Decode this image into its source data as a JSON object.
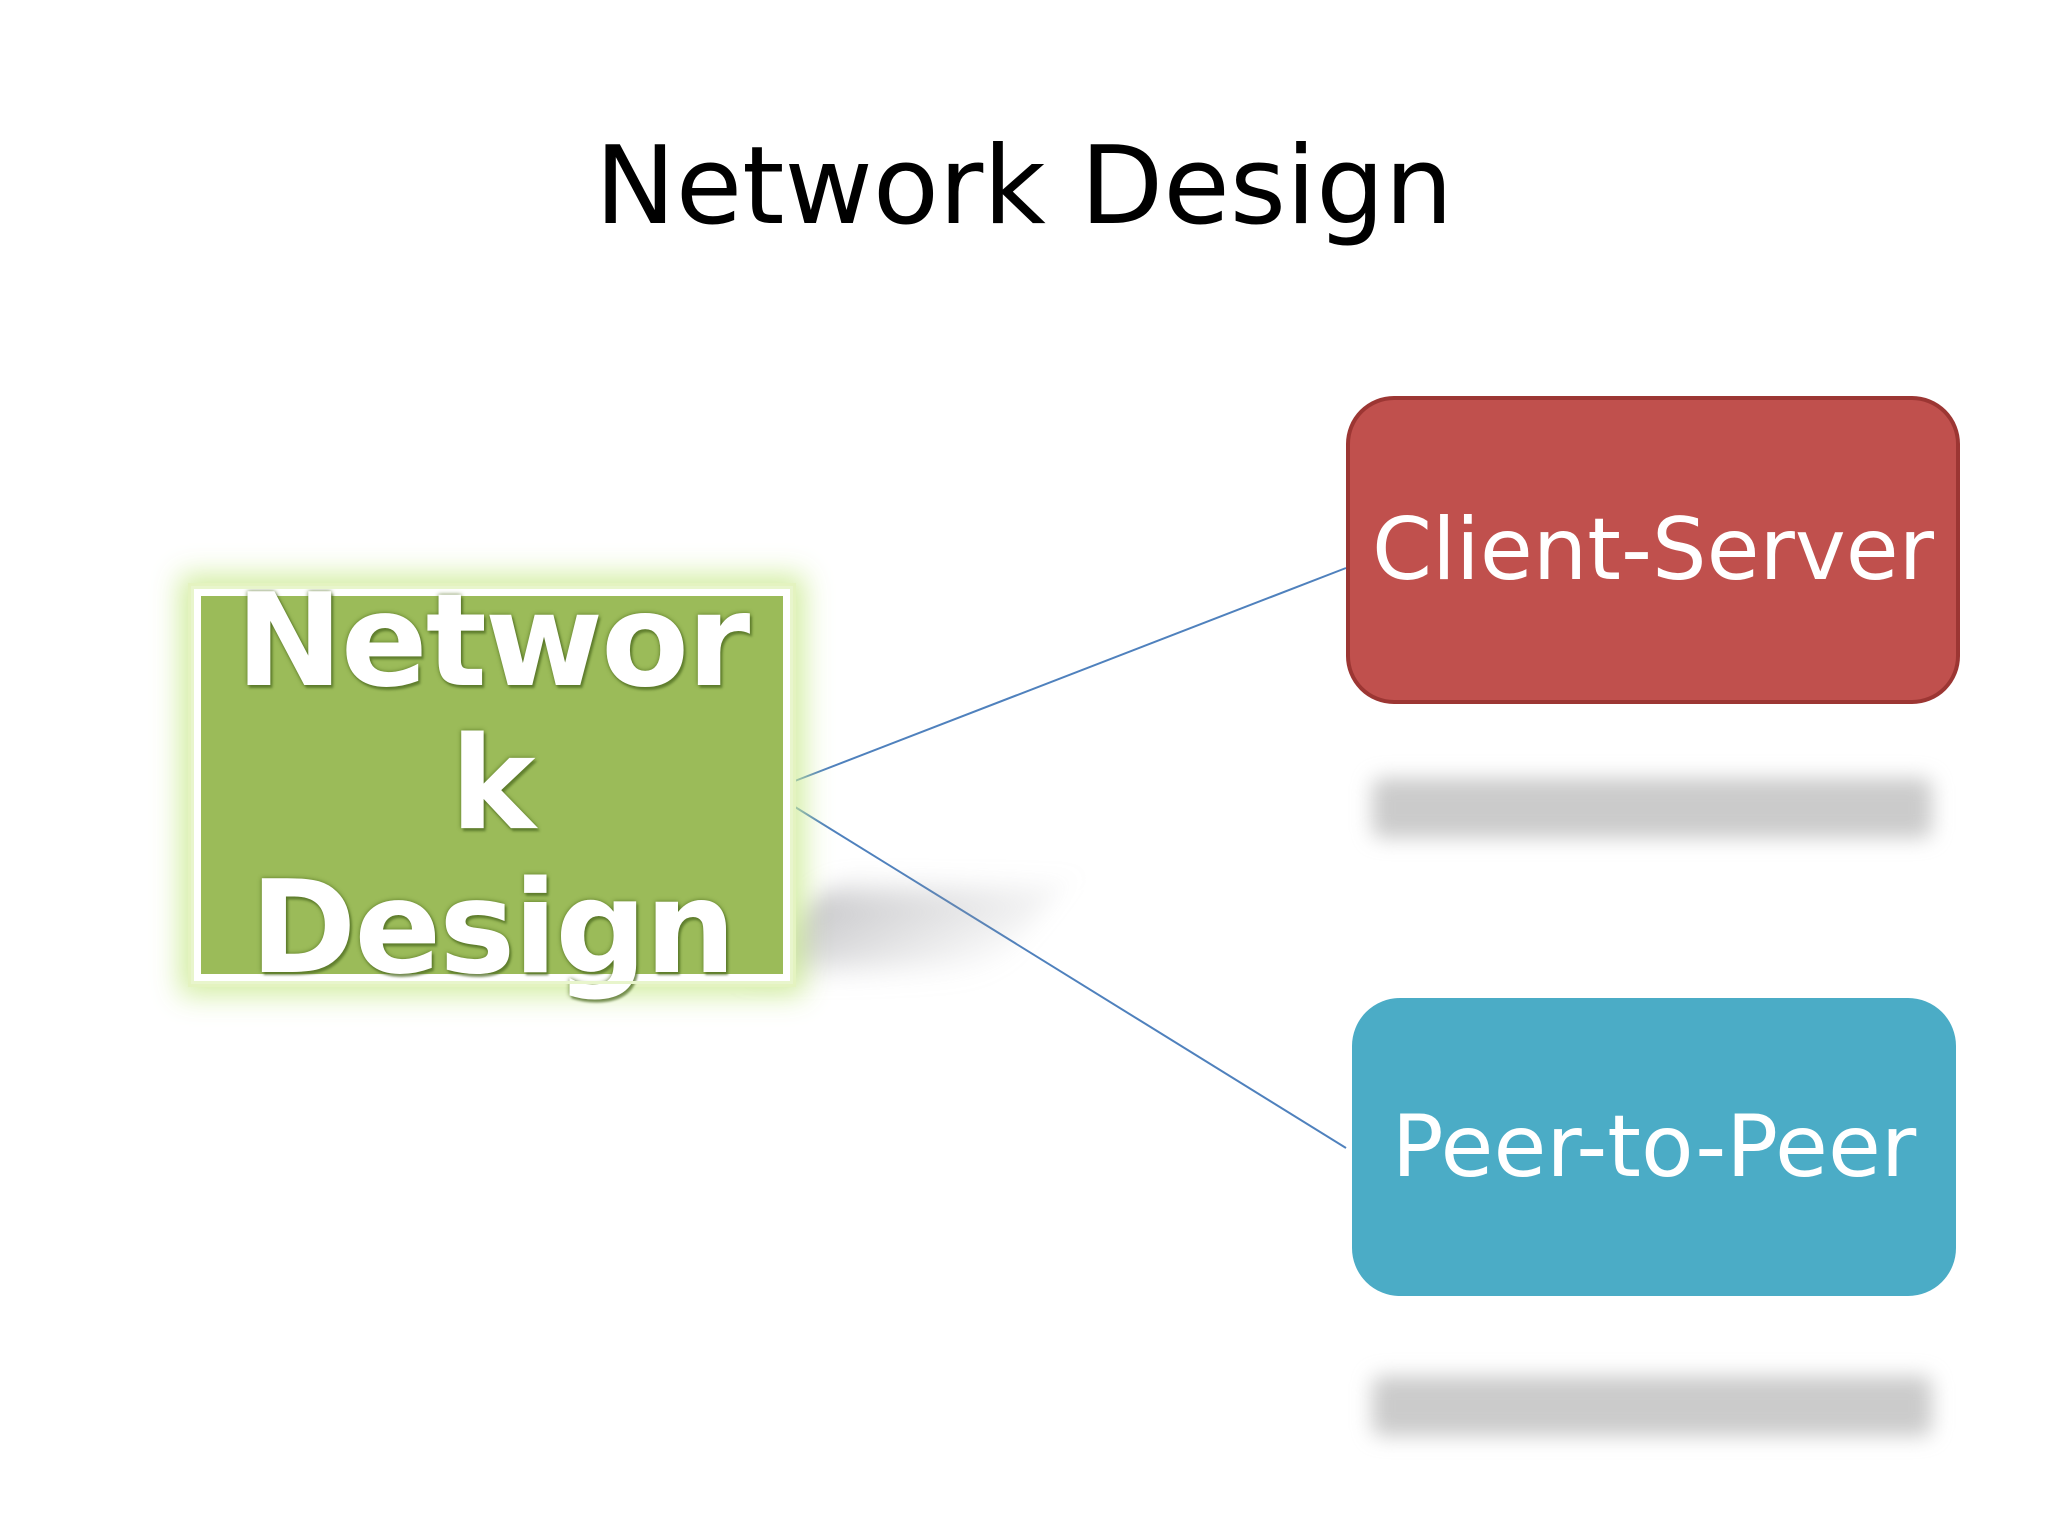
{
  "slide": {
    "title": "Network Design"
  },
  "diagram": {
    "root": {
      "label": "Network Design",
      "color": "#9bbb59"
    },
    "children": [
      {
        "label": "Client-Server",
        "color": "#c0504d"
      },
      {
        "label": "Peer-to-Peer",
        "color": "#4bacc6"
      }
    ],
    "connector_color": "#4f81bd"
  }
}
